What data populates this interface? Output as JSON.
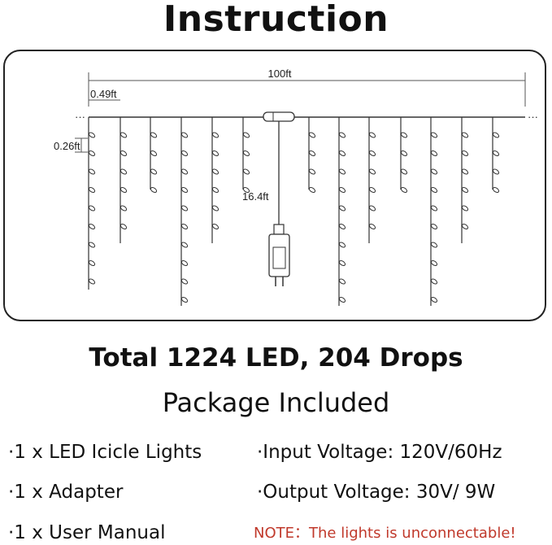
{
  "title": "Instruction",
  "diagram": {
    "total_length": "100ft",
    "drop_spacing": "0.49ft",
    "bulb_spacing": "0.26ft",
    "lead_wire": "16.4ft",
    "left_ellipsis": "···",
    "right_ellipsis": "···"
  },
  "summary": "Total 1224 LED, 204 Drops",
  "package_heading": "Package Included",
  "package_items": [
    "·1 x LED Icicle Lights",
    "·1 x Adapter",
    "·1 x User Manual"
  ],
  "specs": [
    "·Input Voltage: 120V/60Hz",
    "·Output Voltage: 30V/ 9W"
  ],
  "note": "NOTE：The lights is unconnectable!",
  "colors": {
    "note": "#c0392b",
    "line": "#333333"
  }
}
